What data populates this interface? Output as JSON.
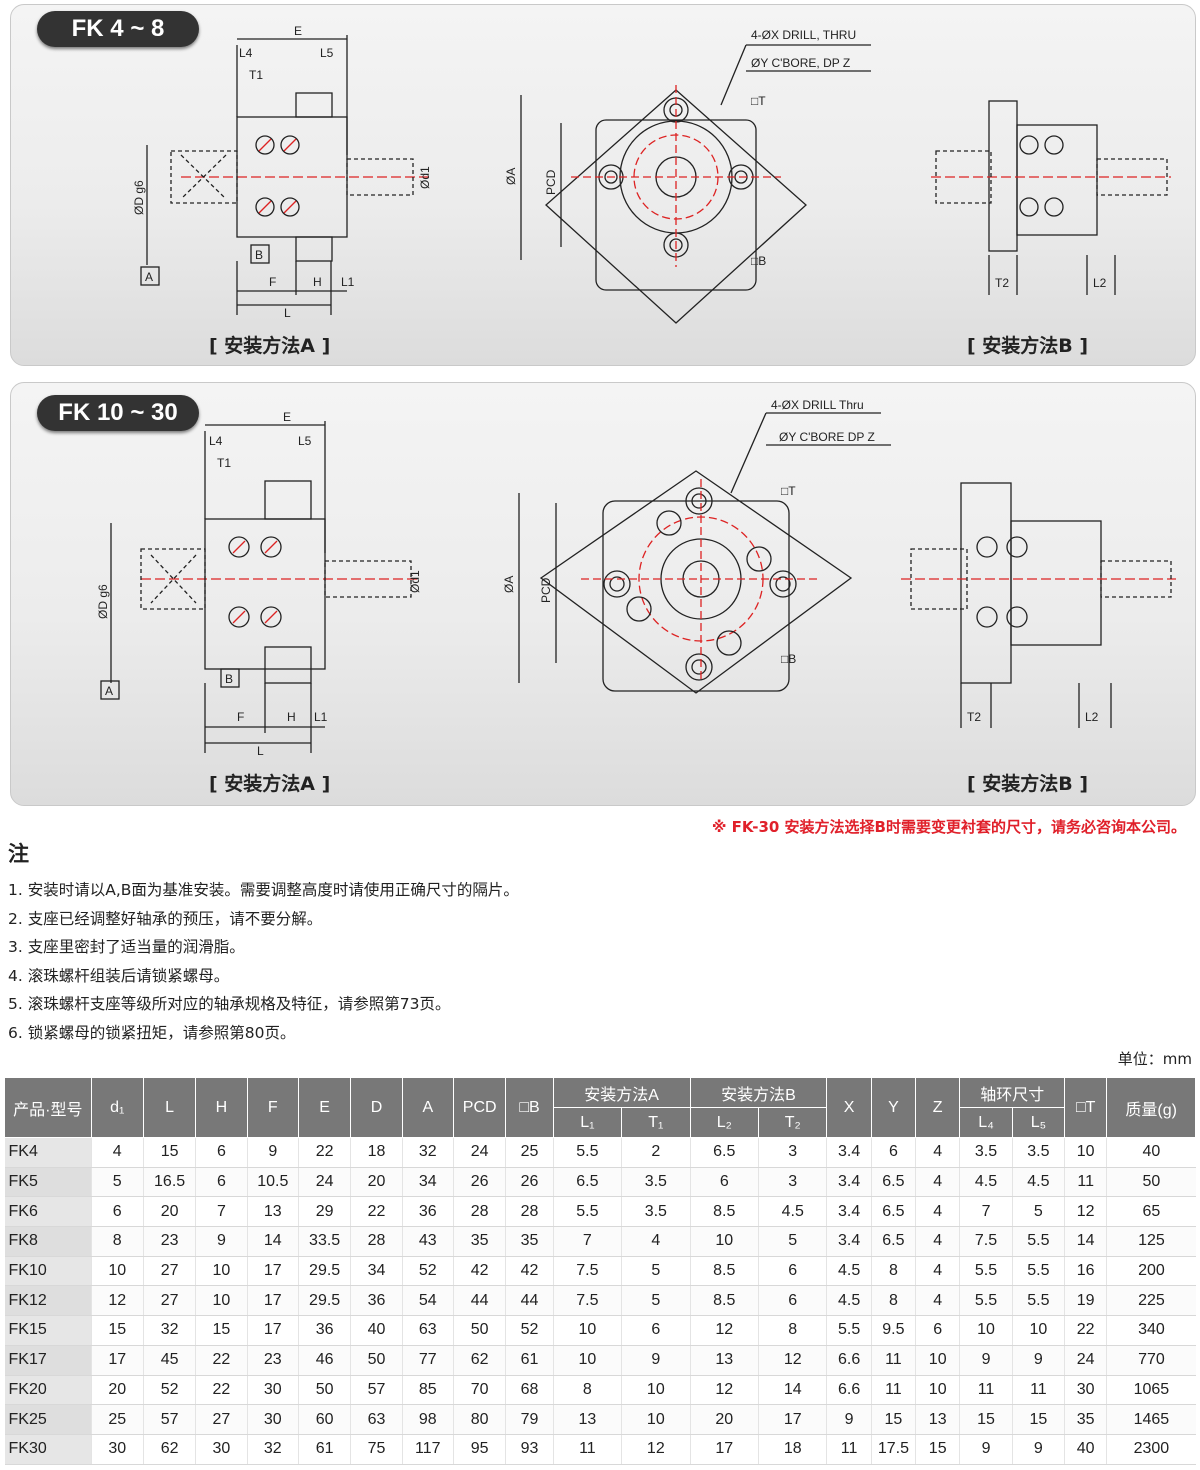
{
  "panels": [
    {
      "tag": "FK 4 ~ 8",
      "caption_a": "[ 安装方法A ]",
      "caption_b": "[ 安装方法B ]",
      "drill_label": "4-ØX DRILL, THRU",
      "cbore_label": "ØY C'BORE, DP Z"
    },
    {
      "tag": "FK 10 ~ 30",
      "caption_a": "[ 安装方法A ]",
      "caption_b": "[ 安装方法B ]",
      "drill_label": "4-ØX DRILL  Thru",
      "cbore_label": "ØY C'BORE  DP Z"
    }
  ],
  "dim_labels": {
    "E": "E",
    "L4": "L4",
    "L5": "L5",
    "T1": "T1",
    "D": "ØD g6",
    "d1": "Ød1",
    "A": "A",
    "B": "B",
    "F": "F",
    "H": "H",
    "L1": "L1",
    "L": "L",
    "phiA": "ØA",
    "PCD": "PCD",
    "sqT": "□T",
    "sqB": "□B",
    "T2": "T2",
    "L2": "L2"
  },
  "footnote": "※ FK-30 安装方法选择B时需要变更衬套的尺寸，请务必咨询本公司。",
  "notes_title": "注",
  "notes": [
    "1. 安装时请以A,B面为基准安装。需要调整高度时请使用正确尺寸的隔片。",
    "2. 支座已经调整好轴承的预压，请不要分解。",
    "3. 支座里密封了适当量的润滑脂。",
    "4. 滚珠螺杆组装后请锁紧螺母。",
    "5. 滚珠螺杆支座等级所对应的轴承规格及特征，请参照第73页。",
    "6. 锁紧螺母的锁紧扭矩，请参照第80页。"
  ],
  "unit": "单位：mm",
  "table": {
    "headers": {
      "model": "产品·型号",
      "d1": "d₁",
      "L": "L",
      "H": "H",
      "F": "F",
      "E": "E",
      "D": "D",
      "A": "A",
      "PCD": "PCD",
      "B": "□B",
      "methodA": "安装方法A",
      "methodB": "安装方法B",
      "L1": "L₁",
      "T1": "T₁",
      "L2": "L₂",
      "T2": "T₂",
      "X": "X",
      "Y": "Y",
      "Z": "Z",
      "collar": "轴环尺寸",
      "L4": "L₄",
      "L5": "L₅",
      "T": "□T",
      "mass": "质量(g)"
    },
    "rows": [
      [
        "FK4",
        "4",
        "15",
        "6",
        "9",
        "22",
        "18",
        "32",
        "24",
        "25",
        "5.5",
        "2",
        "6.5",
        "3",
        "3.4",
        "6",
        "4",
        "3.5",
        "3.5",
        "10",
        "40"
      ],
      [
        "FK5",
        "5",
        "16.5",
        "6",
        "10.5",
        "24",
        "20",
        "34",
        "26",
        "26",
        "6.5",
        "3.5",
        "6",
        "3",
        "3.4",
        "6.5",
        "4",
        "4.5",
        "4.5",
        "11",
        "50"
      ],
      [
        "FK6",
        "6",
        "20",
        "7",
        "13",
        "29",
        "22",
        "36",
        "28",
        "28",
        "5.5",
        "3.5",
        "8.5",
        "4.5",
        "3.4",
        "6.5",
        "4",
        "7",
        "5",
        "12",
        "65"
      ],
      [
        "FK8",
        "8",
        "23",
        "9",
        "14",
        "33.5",
        "28",
        "43",
        "35",
        "35",
        "7",
        "4",
        "10",
        "5",
        "3.4",
        "6.5",
        "4",
        "7.5",
        "5.5",
        "14",
        "125"
      ],
      [
        "FK10",
        "10",
        "27",
        "10",
        "17",
        "29.5",
        "34",
        "52",
        "42",
        "42",
        "7.5",
        "5",
        "8.5",
        "6",
        "4.5",
        "8",
        "4",
        "5.5",
        "5.5",
        "16",
        "200"
      ],
      [
        "FK12",
        "12",
        "27",
        "10",
        "17",
        "29.5",
        "36",
        "54",
        "44",
        "44",
        "7.5",
        "5",
        "8.5",
        "6",
        "4.5",
        "8",
        "4",
        "5.5",
        "5.5",
        "19",
        "225"
      ],
      [
        "FK15",
        "15",
        "32",
        "15",
        "17",
        "36",
        "40",
        "63",
        "50",
        "52",
        "10",
        "6",
        "12",
        "8",
        "5.5",
        "9.5",
        "6",
        "10",
        "10",
        "22",
        "340"
      ],
      [
        "FK17",
        "17",
        "45",
        "22",
        "23",
        "46",
        "50",
        "77",
        "62",
        "61",
        "10",
        "9",
        "13",
        "12",
        "6.6",
        "11",
        "10",
        "9",
        "9",
        "24",
        "770"
      ],
      [
        "FK20",
        "20",
        "52",
        "22",
        "30",
        "50",
        "57",
        "85",
        "70",
        "68",
        "8",
        "10",
        "12",
        "14",
        "6.6",
        "11",
        "10",
        "11",
        "11",
        "30",
        "1065"
      ],
      [
        "FK25",
        "25",
        "57",
        "27",
        "30",
        "60",
        "63",
        "98",
        "80",
        "79",
        "13",
        "10",
        "20",
        "17",
        "9",
        "15",
        "13",
        "15",
        "15",
        "35",
        "1465"
      ],
      [
        "FK30",
        "30",
        "62",
        "30",
        "32",
        "61",
        "75",
        "117",
        "95",
        "93",
        "11",
        "12",
        "17",
        "18",
        "11",
        "17.5",
        "15",
        "9",
        "9",
        "40",
        "2300"
      ]
    ]
  }
}
